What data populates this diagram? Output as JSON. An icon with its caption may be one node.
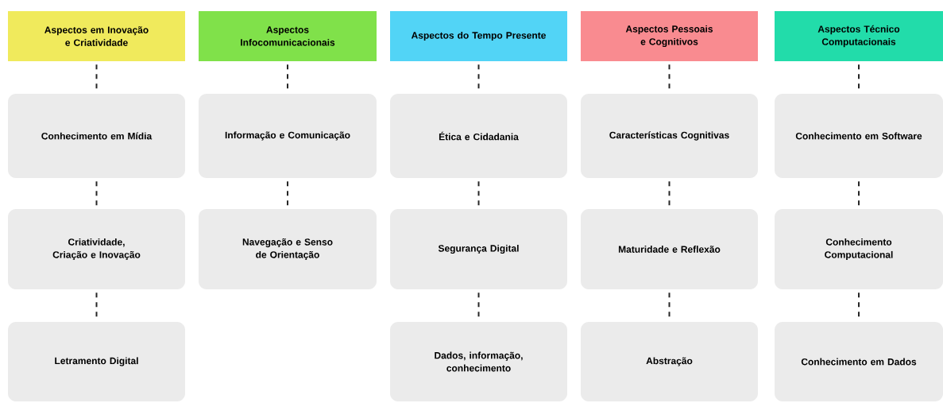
{
  "diagram": {
    "nodes": [
      {
        "text": [
          "Aspectos em Inovação e Criatividade"
        ]
      },
      {
        "text": [
          "Conhecimento em Mídia"
        ]
      },
      {
        "text": [
          "Criatividade, Criação e Inovação"
        ]
      },
      {
        "text": [
          "Letramento Digital"
        ]
      },
      {
        "text": [
          "Aspectos Infocomunicacionais"
        ]
      },
      {
        "text": [
          "Informação e Comunicação"
        ]
      },
      {
        "text": [
          "Navegação e Senso de Orientação"
        ]
      },
      {
        "text": [
          "Aspectos do Tempo Presente"
        ]
      },
      {
        "text": [
          "Ética e Cidadania"
        ]
      },
      {
        "text": [
          "Segurança Digital"
        ]
      },
      {
        "text": [
          "Dados, informação, conhecimento"
        ]
      },
      {
        "text": [
          "Aspectos Pessoais e Cognitivos"
        ]
      },
      {
        "text": [
          "Características Cognitivas"
        ]
      },
      {
        "text": [
          "Maturidade e Reflexão"
        ]
      },
      {
        "text": [
          "Abstração"
        ]
      },
      {
        "text": [
          "Aspectos Técnico Computacionais"
        ]
      },
      {
        "text": [
          "Conhecimento em Software"
        ]
      },
      {
        "text": [
          "Conhecimento Computacional"
        ]
      },
      {
        "text": [
          "Conhecimento em Dados"
        ]
      }
    ],
    "edges": [
      {
        "from": 0,
        "to": 1,
        "arrow": "none",
        "style": "dashed"
      },
      {
        "from": 1,
        "to": 2,
        "arrow": "none",
        "style": "dashed"
      },
      {
        "from": 2,
        "to": 3,
        "arrow": "none",
        "style": "dashed"
      },
      {
        "from": 4,
        "to": 5,
        "arrow": "none",
        "style": "dashed"
      },
      {
        "from": 5,
        "to": 6,
        "arrow": "none",
        "style": "dashed"
      },
      {
        "from": 7,
        "to": 8,
        "arrow": "none",
        "style": "dashed"
      },
      {
        "from": 8,
        "to": 9,
        "arrow": "none",
        "style": "dashed"
      },
      {
        "from": 9,
        "to": 10,
        "arrow": "none",
        "style": "dashed"
      },
      {
        "from": 11,
        "to": 12,
        "arrow": "none",
        "style": "dashed"
      },
      {
        "from": 12,
        "to": 13,
        "arrow": "none",
        "style": "dashed"
      },
      {
        "from": 13,
        "to": 14,
        "arrow": "none",
        "style": "dashed"
      },
      {
        "from": 15,
        "to": 16,
        "arrow": "none",
        "style": "dashed"
      },
      {
        "from": 16,
        "to": 17,
        "arrow": "none",
        "style": "dashed"
      },
      {
        "from": 17,
        "to": 18,
        "arrow": "none",
        "style": "dashed"
      }
    ]
  }
}
